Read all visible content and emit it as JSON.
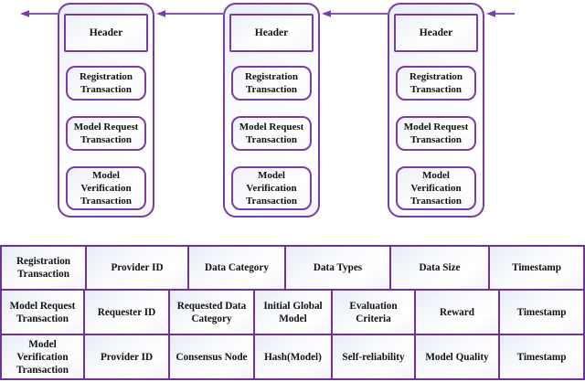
{
  "colors": {
    "accent_purple": "#7a3da6",
    "table_border_purple": "#6f3299",
    "text": "#111111"
  },
  "diagram": {
    "arrows": {
      "count": 4,
      "direction": "left"
    },
    "blocks": [
      {
        "header_label": "Header",
        "transactions": [
          "Registration Transaction",
          "Model Request Transaction",
          "Model Verification Transaction"
        ]
      },
      {
        "header_label": "Header",
        "transactions": [
          "Registration Transaction",
          "Model Request Transaction",
          "Model Verification Transaction"
        ]
      },
      {
        "header_label": "Header",
        "transactions": [
          "Registration Transaction",
          "Model Request Transaction",
          "Model Verification Transaction"
        ]
      }
    ]
  },
  "table": {
    "rows": [
      {
        "label": "Registration Transaction",
        "cells": [
          "Registration Transaction",
          "Provider ID",
          "Data  Category",
          "Data Types",
          "Data Size",
          "Timestamp"
        ]
      },
      {
        "label": "Model Request Transaction",
        "cells": [
          "Model Request Transaction",
          "Requester ID",
          "Requested Data Category",
          "Initial Global Model",
          "Evaluation Criteria",
          "Reward",
          "Timestamp"
        ]
      },
      {
        "label": "Model Verification Transaction",
        "cells": [
          "Model Verification Transaction",
          "Provider ID",
          "Consensus Node",
          "Hash(Model)",
          "Self-reliability",
          "Model Quality",
          "Timestamp"
        ]
      }
    ]
  }
}
